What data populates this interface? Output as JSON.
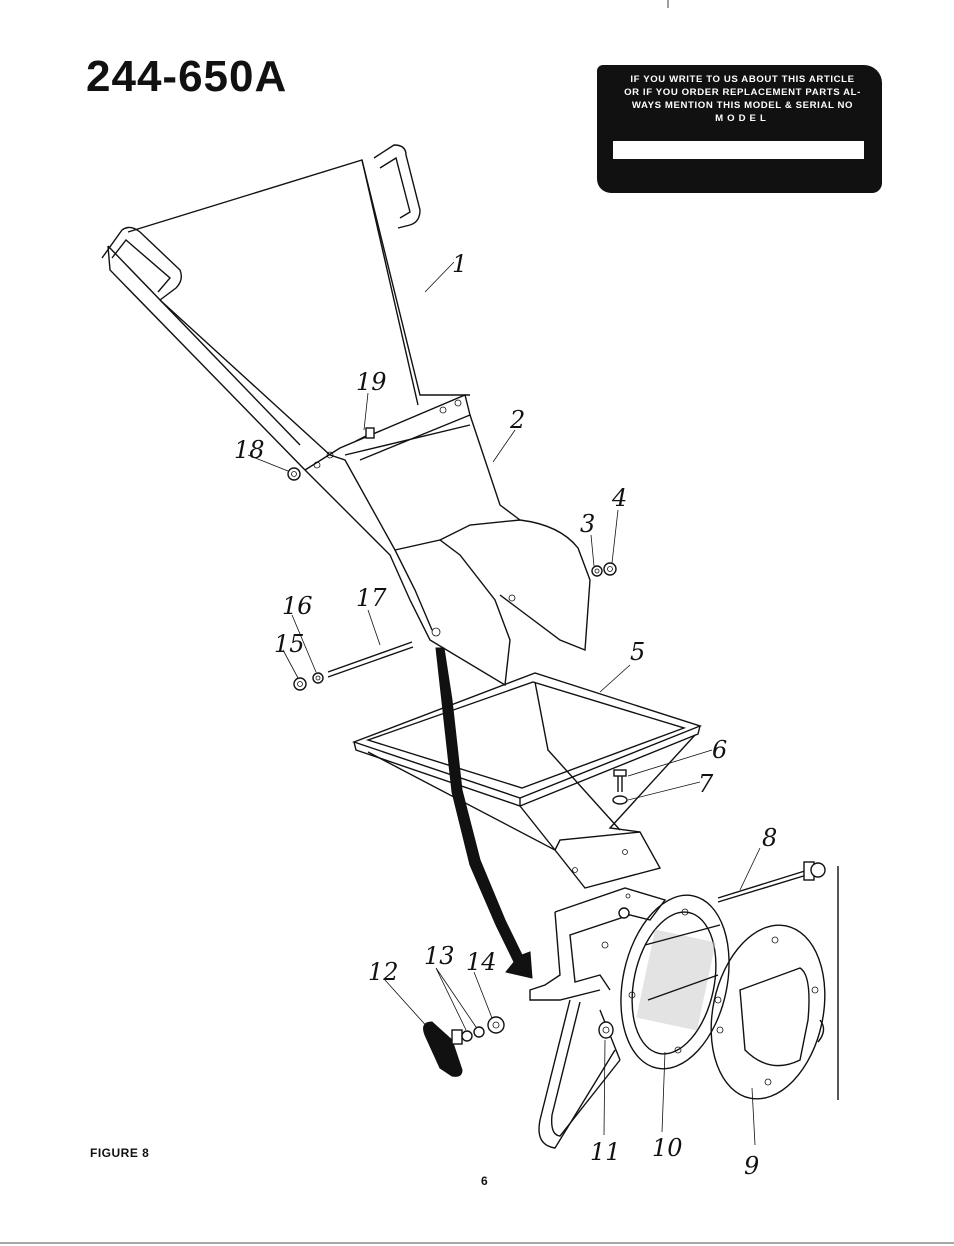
{
  "header": {
    "model_number": "244-650A"
  },
  "notice": {
    "line1": "IF YOU WRITE TO US ABOUT THIS ARTICLE",
    "line2": "OR IF YOU ORDER REPLACEMENT PARTS AL-",
    "line3": "WAYS MENTION THIS MODEL & SERIAL NO",
    "line4": "MODEL"
  },
  "callouts": {
    "c1": "1",
    "c2": "2",
    "c3": "3",
    "c4": "4",
    "c5": "5",
    "c6": "6",
    "c7": "7",
    "c8": "8",
    "c9": "9",
    "c10": "10",
    "c11": "11",
    "c12": "12",
    "c13": "13",
    "c14": "14",
    "c15": "15",
    "c16": "16",
    "c17": "17",
    "c18": "18",
    "c19": "19"
  },
  "footer": {
    "figure_label": "FIGURE 8",
    "page_number": "6"
  }
}
